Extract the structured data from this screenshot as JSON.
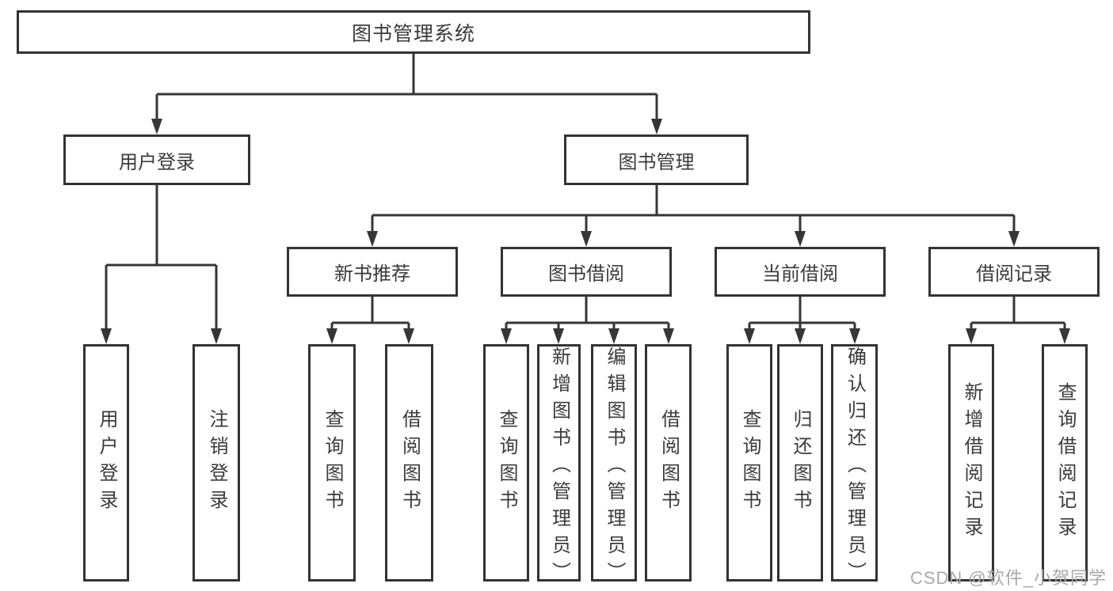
{
  "tree": {
    "root": {
      "label": "图书管理系统"
    },
    "branches": [
      {
        "label": "用户登录",
        "children": [
          {
            "label": "用户登录"
          },
          {
            "label": "注销登录"
          }
        ]
      },
      {
        "label": "图书管理",
        "groups": [
          {
            "label": "新书推荐",
            "children": [
              {
                "label": "查询图书"
              },
              {
                "label": "借阅图书"
              }
            ]
          },
          {
            "label": "图书借阅",
            "children": [
              {
                "label": "查询图书"
              },
              {
                "label": "新增图书（管理员）"
              },
              {
                "label": "编辑图书（管理员）"
              },
              {
                "label": "借阅图书"
              }
            ]
          },
          {
            "label": "当前借阅",
            "children": [
              {
                "label": "查询图书"
              },
              {
                "label": "归还图书"
              },
              {
                "label": "确认归还（管理员）"
              }
            ]
          },
          {
            "label": "借阅记录",
            "children": [
              {
                "label": "新增借阅记录"
              },
              {
                "label": "查询借阅记录"
              }
            ]
          }
        ]
      }
    ]
  },
  "watermark": "CSDN @软件_小贺同学",
  "colors": {
    "line": "#363636",
    "box_border": "#333333",
    "box_fill": "#ffffff",
    "text": "#3b3b3b",
    "watermark": "#a8a8a8",
    "background": "#ffffff"
  }
}
